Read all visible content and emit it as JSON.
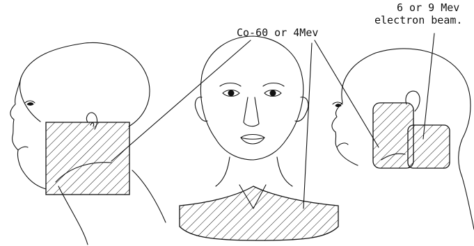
{
  "labels": {
    "photon_beam": "Co-60 or 4Mev",
    "electron_beam_line1": "6 or 9 Mev",
    "electron_beam_line2": "electron beam."
  },
  "colors": {
    "ink": "#111111",
    "background": "#ffffff"
  }
}
